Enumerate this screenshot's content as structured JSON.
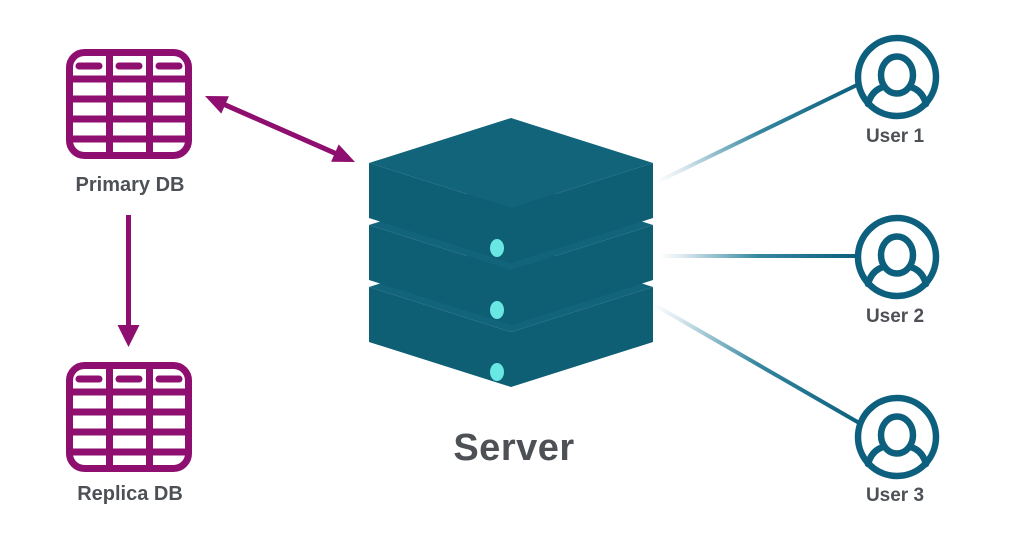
{
  "diagram": {
    "type": "architecture-diagram",
    "nodes": {
      "primary_db": {
        "label": "Primary DB",
        "icon": "table-icon",
        "color_key": "magenta"
      },
      "replica_db": {
        "label": "Replica DB",
        "icon": "table-icon",
        "color_key": "magenta"
      },
      "server": {
        "label": "Server",
        "icon": "server-stack-icon",
        "stack_layers": 3,
        "color_key": "server_front"
      },
      "user1": {
        "label": "User 1",
        "icon": "user-icon",
        "color_key": "user_teal"
      },
      "user2": {
        "label": "User 2",
        "icon": "user-icon",
        "color_key": "user_teal"
      },
      "user3": {
        "label": "User 3",
        "icon": "user-icon",
        "color_key": "user_teal"
      }
    },
    "edges": [
      {
        "from": "primary_db",
        "to": "server",
        "style": "double-headed-arrow",
        "color_key": "magenta"
      },
      {
        "from": "primary_db",
        "to": "replica_db",
        "style": "arrow",
        "color_key": "magenta"
      },
      {
        "from": "server",
        "to": "user1",
        "style": "gradient-line-white-to-teal"
      },
      {
        "from": "server",
        "to": "user2",
        "style": "gradient-line-white-to-teal"
      },
      {
        "from": "server",
        "to": "user3",
        "style": "gradient-line-white-to-teal"
      }
    ],
    "colors": {
      "magenta": "#8e0f6f",
      "server_top": "#11647a",
      "server_front": "#0e5e74",
      "led": "#68e7e3",
      "user_teal": "#0c607e",
      "label_gray": "#4d5156",
      "background": "#ffffff"
    }
  }
}
